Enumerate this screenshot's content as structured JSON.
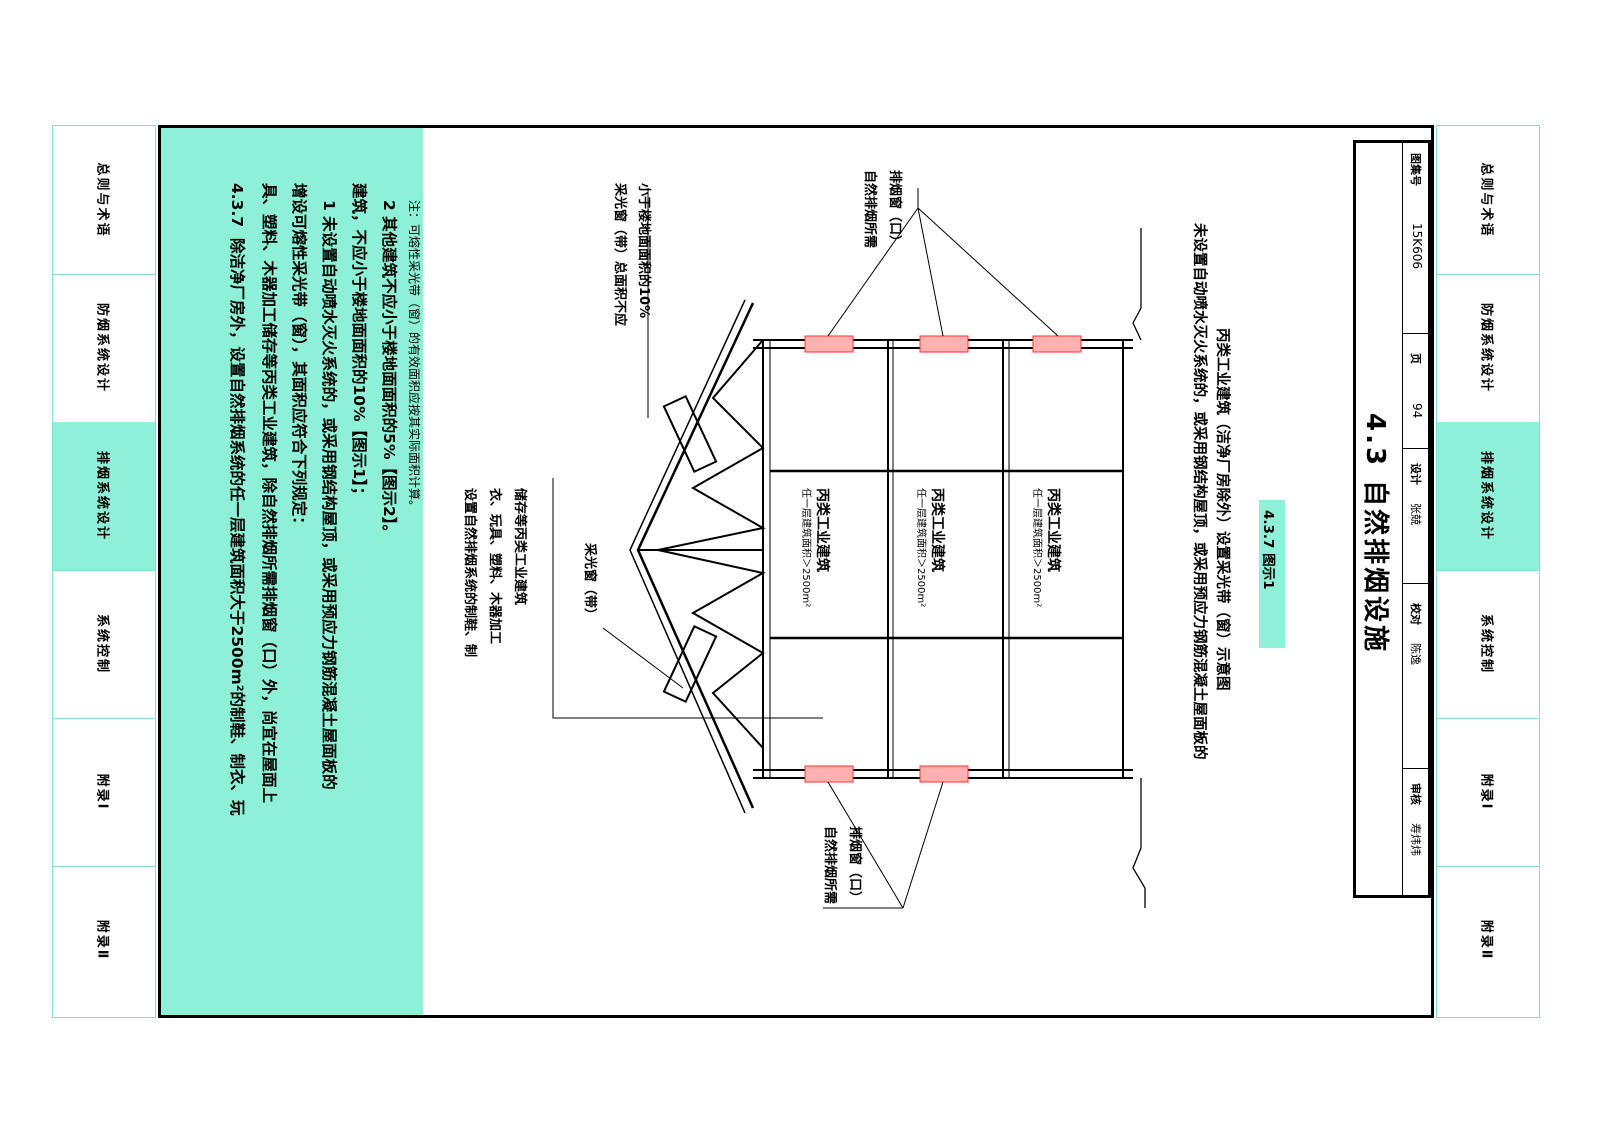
{
  "side_tabs": [
    {
      "label": "总则与术语",
      "active": false
    },
    {
      "label": "防烟系统设计",
      "active": false
    },
    {
      "label": "排烟系统设计",
      "active": true
    },
    {
      "label": "系统控制",
      "active": false
    },
    {
      "label": "附录Ⅰ",
      "active": false
    },
    {
      "label": "附录Ⅱ",
      "active": false
    }
  ],
  "clause": {
    "number": "4.3.7",
    "line1": "除洁净厂房外，设置自然排烟系统的任一层建筑面积大于2500m²的制鞋、制衣、玩",
    "line2": "具、塑料、木器加工储存等丙类工业建筑，除自然排烟所需排烟窗（口）外，尚宜在屋面上",
    "line3": "增设可熔性采光带（窗），其面积应符合下列规定：",
    "item1a": "1  未设置自动喷水灭火系统的，或采用钢结构屋顶，或采用预应力钢筋混凝土屋面板的",
    "item1b": "建筑，不应小于楼地面面积的10%【图示1】；",
    "item2": "2  其他建筑不应小于楼地面面积的5%【图示2】。",
    "note": "注：可熔性采光带（窗）的有效面积应按其实际面积计算。"
  },
  "diagram": {
    "callout_skylight_area_1": "采光窗（带）总面积不应",
    "callout_skylight_area_2": "小于楼地面面积的10%",
    "callout_skylight": "采光窗（带）",
    "callout_building_1": "设置自然排烟系统的制鞋、制",
    "callout_building_2": "衣、玩具、塑料、木器加工",
    "callout_building_3": "储存等丙类工业建筑",
    "vent_top_1": "自然排烟所需",
    "vent_top_2": "排烟窗（口）",
    "vent_bottom_1": "自然排烟所需",
    "vent_bottom_2": "排烟窗（口）",
    "floor_label": "丙类工业建筑",
    "floor_area": "任一层建筑面积＞2500m²",
    "caption_line1": "未设置自动喷水灭火系统的，或采用钢结构屋顶，或采用预应力钢筋混凝土屋面板的",
    "caption_line2": "丙类工业建筑（洁净厂房除外）设置采光带（窗）示意图",
    "figure_label": "4.3.7 图示1"
  },
  "title_block": {
    "title": "4.3  自然排烟设施",
    "atlas_label": "图集号",
    "atlas_no": "15K606",
    "page_label": "页",
    "page_no": "94",
    "review_label": "审核",
    "reviewer": "寿炜炜",
    "check_label": "校对",
    "checker": "陈逸",
    "design_label": "设计",
    "designer": "张兢"
  },
  "colors": {
    "tab_bg": "#8ef0d6",
    "tab_border": "#7fe3cc",
    "vent_red": "#ff3030"
  }
}
